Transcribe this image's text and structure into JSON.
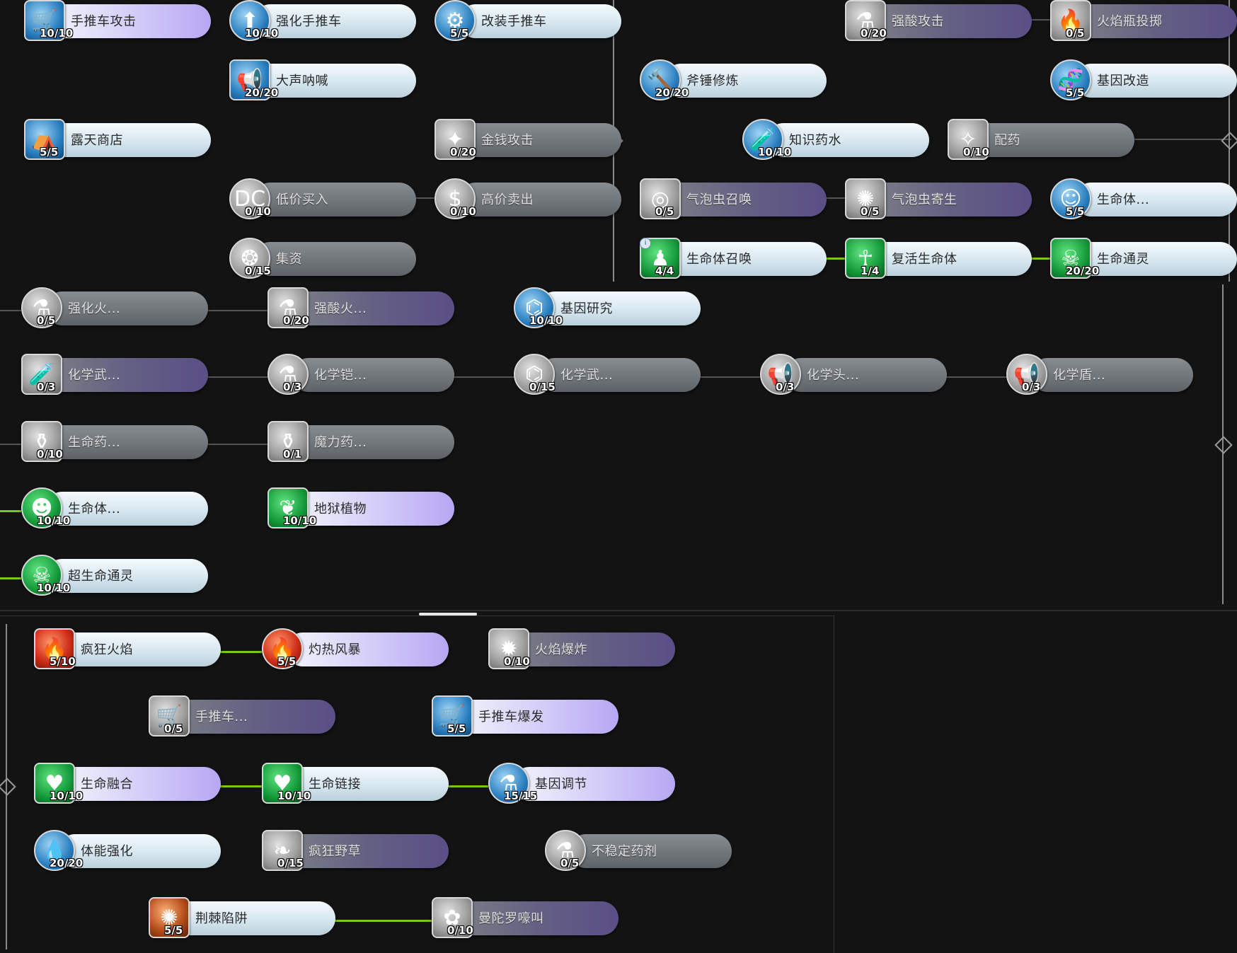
{
  "skills": {
    "cart_attack": {
      "name": "手推车攻击",
      "level": "10/10",
      "icon": "cart-icon"
    },
    "strengthen_cart": {
      "name": "强化手推车",
      "level": "10/10",
      "icon": "cart-upgrade-icon"
    },
    "modify_cart": {
      "name": "改装手推车",
      "level": "5/5",
      "icon": "cart-wheel-icon"
    },
    "shout": {
      "name": "大声呐喊",
      "level": "20/20",
      "icon": "shout-icon"
    },
    "vending_shop": {
      "name": "露天商店",
      "level": "5/5",
      "icon": "tent-icon"
    },
    "money_attack": {
      "name": "金钱攻击",
      "level": "0/20",
      "icon": "money-burst-icon"
    },
    "buy_low": {
      "name": "低价买入",
      "level": "0/10",
      "icon": "discount-icon"
    },
    "sell_high": {
      "name": "高价卖出",
      "level": "0/10",
      "icon": "dollar-icon"
    },
    "fundraise": {
      "name": "集资",
      "level": "0/15",
      "icon": "coins-icon"
    },
    "acid_attack": {
      "name": "强酸攻击",
      "level": "0/20",
      "icon": "acid-flask-icon"
    },
    "fire_bottle": {
      "name": "火焰瓶投掷",
      "level": "0/5",
      "icon": "fire-bottle-icon"
    },
    "axe_training": {
      "name": "斧锤修炼",
      "level": "20/20",
      "icon": "axe-icon"
    },
    "gene_modify": {
      "name": "基因改造",
      "level": "5/5",
      "icon": "dna-icon"
    },
    "knowledge_potion": {
      "name": "知识药水",
      "level": "10/10",
      "icon": "potion-icon"
    },
    "pharmacy": {
      "name": "配药",
      "level": "0/10",
      "icon": "mixing-icon"
    },
    "bubble_summon": {
      "name": "气泡虫召唤",
      "level": "0/5",
      "icon": "bubble-icon"
    },
    "bubble_parasite": {
      "name": "气泡虫寄生",
      "level": "0/5",
      "icon": "bubble-burst-icon"
    },
    "homunculus": {
      "name": "生命体...",
      "level": "5/5",
      "icon": "creature-icon"
    },
    "summon_life": {
      "name": "生命体召唤",
      "level": "4/4",
      "icon": "summon-icon"
    },
    "revive_life": {
      "name": "复活生命体",
      "level": "1/4",
      "icon": "revive-icon"
    },
    "life_spirit": {
      "name": "生命通灵",
      "level": "20/20",
      "icon": "spirit-icon"
    },
    "strengthen_fire": {
      "name": "强化火...",
      "level": "0/5",
      "icon": "fire-flask-icon"
    },
    "acid_fire": {
      "name": "强酸火...",
      "level": "0/20",
      "icon": "acid-fire-icon"
    },
    "gene_research": {
      "name": "基因研究",
      "level": "10/10",
      "icon": "molecule-icon"
    },
    "chem_weapon": {
      "name": "化学武...",
      "level": "0/3",
      "icon": "chem-flask-icon"
    },
    "chem_armor": {
      "name": "化学铠...",
      "level": "0/3",
      "icon": "chem-armor-icon"
    },
    "chem_weapon2": {
      "name": "化学武...",
      "level": "0/15",
      "icon": "chem-molecule-icon"
    },
    "chem_helm": {
      "name": "化学头...",
      "level": "0/3",
      "icon": "chem-helm-icon"
    },
    "chem_shield": {
      "name": "化学盾...",
      "level": "0/3",
      "icon": "chem-shield-icon"
    },
    "life_potion": {
      "name": "生命药...",
      "level": "0/10",
      "icon": "life-potion-icon"
    },
    "magic_potion": {
      "name": "魔力药...",
      "level": "0/1",
      "icon": "magic-potion-icon"
    },
    "homunculus2": {
      "name": "生命体...",
      "level": "10/10",
      "icon": "creature-face-icon"
    },
    "hell_plant": {
      "name": "地狱植物",
      "level": "10/10",
      "icon": "plant-icon"
    },
    "super_spirit": {
      "name": "超生命通灵",
      "level": "10/10",
      "icon": "skull-spirit-icon"
    },
    "crazy_flame": {
      "name": "疯狂火焰",
      "level": "5/10",
      "icon": "flame-icon"
    },
    "hot_storm": {
      "name": "灼热风暴",
      "level": "5/5",
      "icon": "fire-storm-icon"
    },
    "flame_burst": {
      "name": "火焰爆炸",
      "level": "0/10",
      "icon": "explosion-icon"
    },
    "cart_small": {
      "name": "手推车...",
      "level": "0/5",
      "icon": "cart-small-icon"
    },
    "cart_burst": {
      "name": "手推车爆发",
      "level": "5/5",
      "icon": "cart-burst-icon"
    },
    "life_fusion": {
      "name": "生命融合",
      "level": "10/10",
      "icon": "heart-fusion-icon"
    },
    "life_link": {
      "name": "生命链接",
      "level": "10/10",
      "icon": "heart-link-icon"
    },
    "gene_adjust": {
      "name": "基因调节",
      "level": "15/15",
      "icon": "gene-adjust-icon"
    },
    "stamina": {
      "name": "体能强化",
      "level": "20/20",
      "icon": "stamina-icon"
    },
    "crazy_weed": {
      "name": "疯狂野草",
      "level": "0/15",
      "icon": "weed-icon"
    },
    "unstable_potion": {
      "name": "不稳定药剂",
      "level": "0/5",
      "icon": "unstable-potion-icon"
    },
    "thorn_trap": {
      "name": "荆棘陷阱",
      "level": "5/5",
      "icon": "thorn-icon"
    },
    "mandrake": {
      "name": "曼陀罗嚎叫",
      "level": "0/10",
      "icon": "mandrake-icon"
    }
  },
  "colors": {
    "active": "#d7e7f0",
    "full": "#b7a7f4",
    "locked": "#6f7479",
    "purple_locked": "#5a4f86",
    "connector_green": "#7ac61e"
  }
}
